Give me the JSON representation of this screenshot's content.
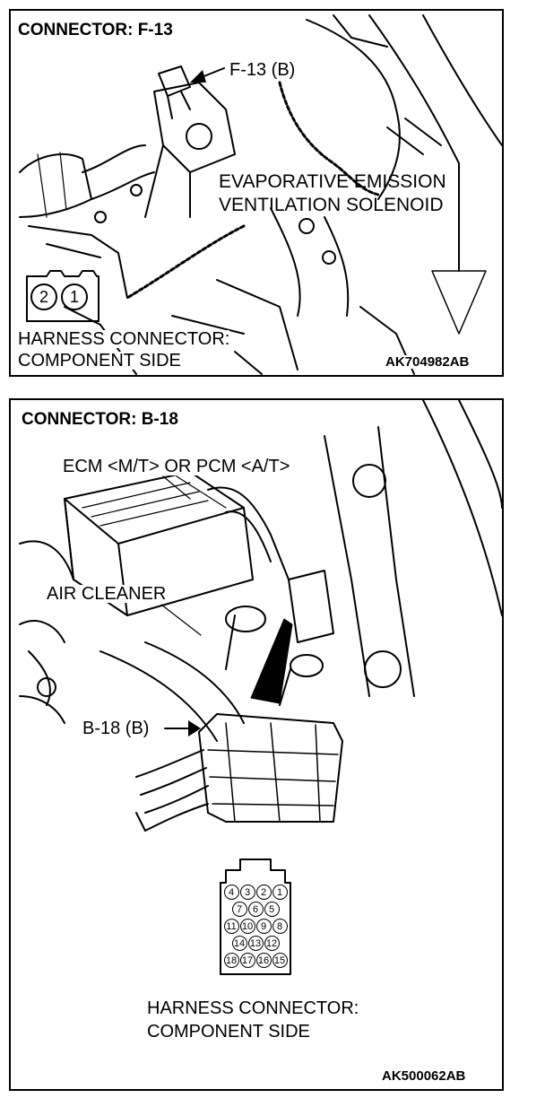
{
  "panels": [
    {
      "title": "CONNECTOR: F-13",
      "connector_callout": "F-13 (B)",
      "component_line1": "EVAPORATIVE EMISSION",
      "component_line2": "VENTILATION SOLENOID",
      "harness_line1": "HARNESS CONNECTOR:",
      "harness_line2": "COMPONENT SIDE",
      "figure_code": "AK704982AB",
      "pins": [
        "2",
        "1"
      ]
    },
    {
      "title": "CONNECTOR: B-18",
      "ecm_label": "ECM <M/T> OR PCM <A/T>",
      "air_cleaner_label": "AIR CLEANER",
      "connector_callout": "B-18 (B)",
      "harness_line1": "HARNESS CONNECTOR:",
      "harness_line2": "COMPONENT SIDE",
      "figure_code": "AK500062AB",
      "pin_rows": [
        [
          "4",
          "3",
          "2",
          "1"
        ],
        [
          "7",
          "6",
          "5"
        ],
        [
          "11",
          "10",
          "9",
          "8"
        ],
        [
          "14",
          "13",
          "12"
        ],
        [
          "18",
          "17",
          "16",
          "15"
        ]
      ]
    }
  ],
  "colors": {
    "line": "#000000",
    "background": "#ffffff"
  },
  "icons": [
    "callout-arrow-icon",
    "connector-face-icon"
  ]
}
